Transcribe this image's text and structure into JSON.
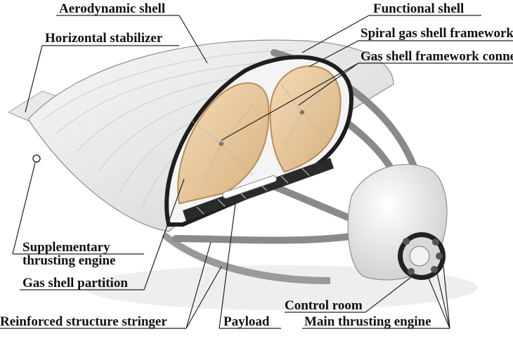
{
  "labels": {
    "aerodynamic_shell": "Aerodynamic shell",
    "horizontal_stabilizer": "Horizontal stabilizer",
    "functional_shell": "Functional shell",
    "spiral_gas_shell_framework": "Spiral gas shell framework",
    "gas_shell_framework_connector": "Gas shell framework connector",
    "supplementary_thrusting_engine_line1": "Supplementary",
    "supplementary_thrusting_engine_line2": "thrusting engine",
    "gas_shell_partition": "Gas shell partition",
    "reinforced_structure_stringer": "Reinforced structure stringer",
    "payload": "Payload",
    "control_room": "Control room",
    "main_thrusting_engine": "Main thrusting engine"
  },
  "colors": {
    "shell": "#e6e6e6",
    "framework": "#8a8a8a",
    "gas_cell": "#e7c9a0",
    "line": "#222222"
  }
}
